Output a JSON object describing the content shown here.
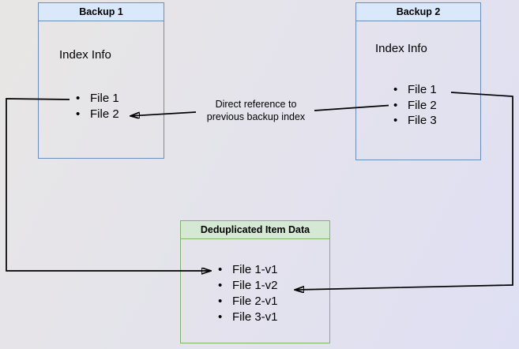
{
  "backup1": {
    "title": "Backup 1",
    "subtitle": "Index Info",
    "items": [
      "File 1",
      "File 2"
    ],
    "header_fill": "#dae8fc",
    "border_color": "#6c8ebf"
  },
  "backup2": {
    "title": "Backup 2",
    "subtitle": "Index Info",
    "items": [
      "File 1",
      "File 2",
      "File 3"
    ],
    "header_fill": "#dae8fc",
    "border_color": "#6c8ebf"
  },
  "dedup": {
    "title": "Deduplicated Item Data",
    "items": [
      "File 1-v1",
      "File 1-v2",
      "File 2-v1",
      "File 3-v1"
    ],
    "header_fill": "#d5e8d4",
    "border_color": "#82b366"
  },
  "connector_label": {
    "line1": "Direct reference to",
    "line2": "previous backup index"
  },
  "arrow_color": "#000000"
}
